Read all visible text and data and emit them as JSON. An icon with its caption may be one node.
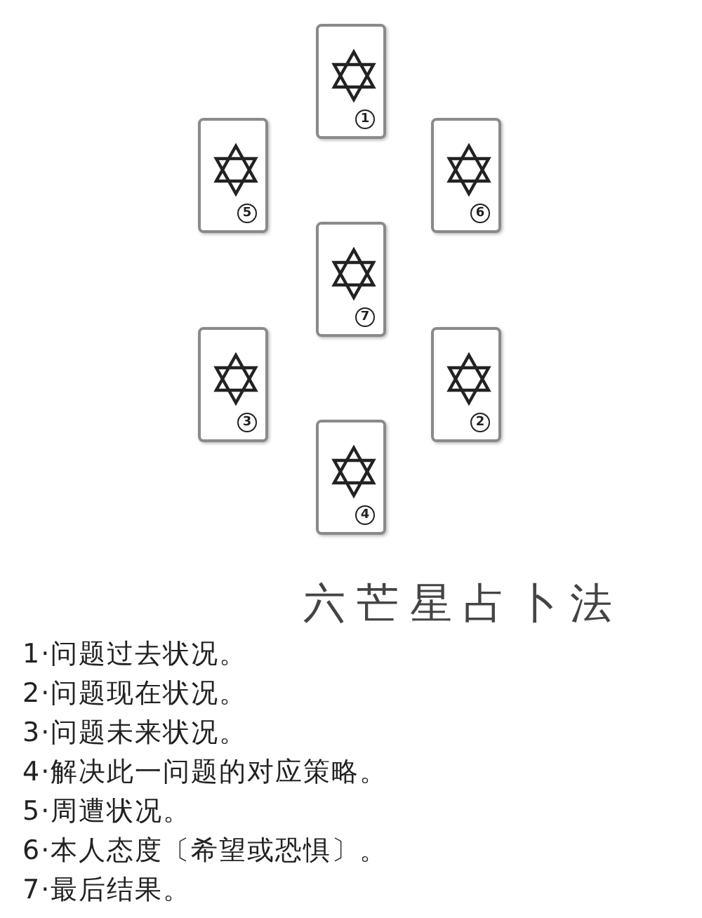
{
  "diagram": {
    "title": "六芒星占卜法",
    "nodes": [
      {
        "text": [
          "1"
        ]
      },
      {
        "text": [
          "5"
        ]
      },
      {
        "text": [
          "6"
        ]
      },
      {
        "text": [
          "7"
        ]
      },
      {
        "text": [
          "3"
        ]
      },
      {
        "text": [
          "2"
        ]
      },
      {
        "text": [
          "4"
        ]
      }
    ],
    "labels": [
      "1·问题过去状况。",
      "2·问题现在状况。",
      "3·问题未来状况。",
      "4·解决此一问题的对应策略。",
      "5·周遭状况。",
      "6·本人态度〔希望或恐惧〕。",
      "7·最后结果。"
    ]
  }
}
